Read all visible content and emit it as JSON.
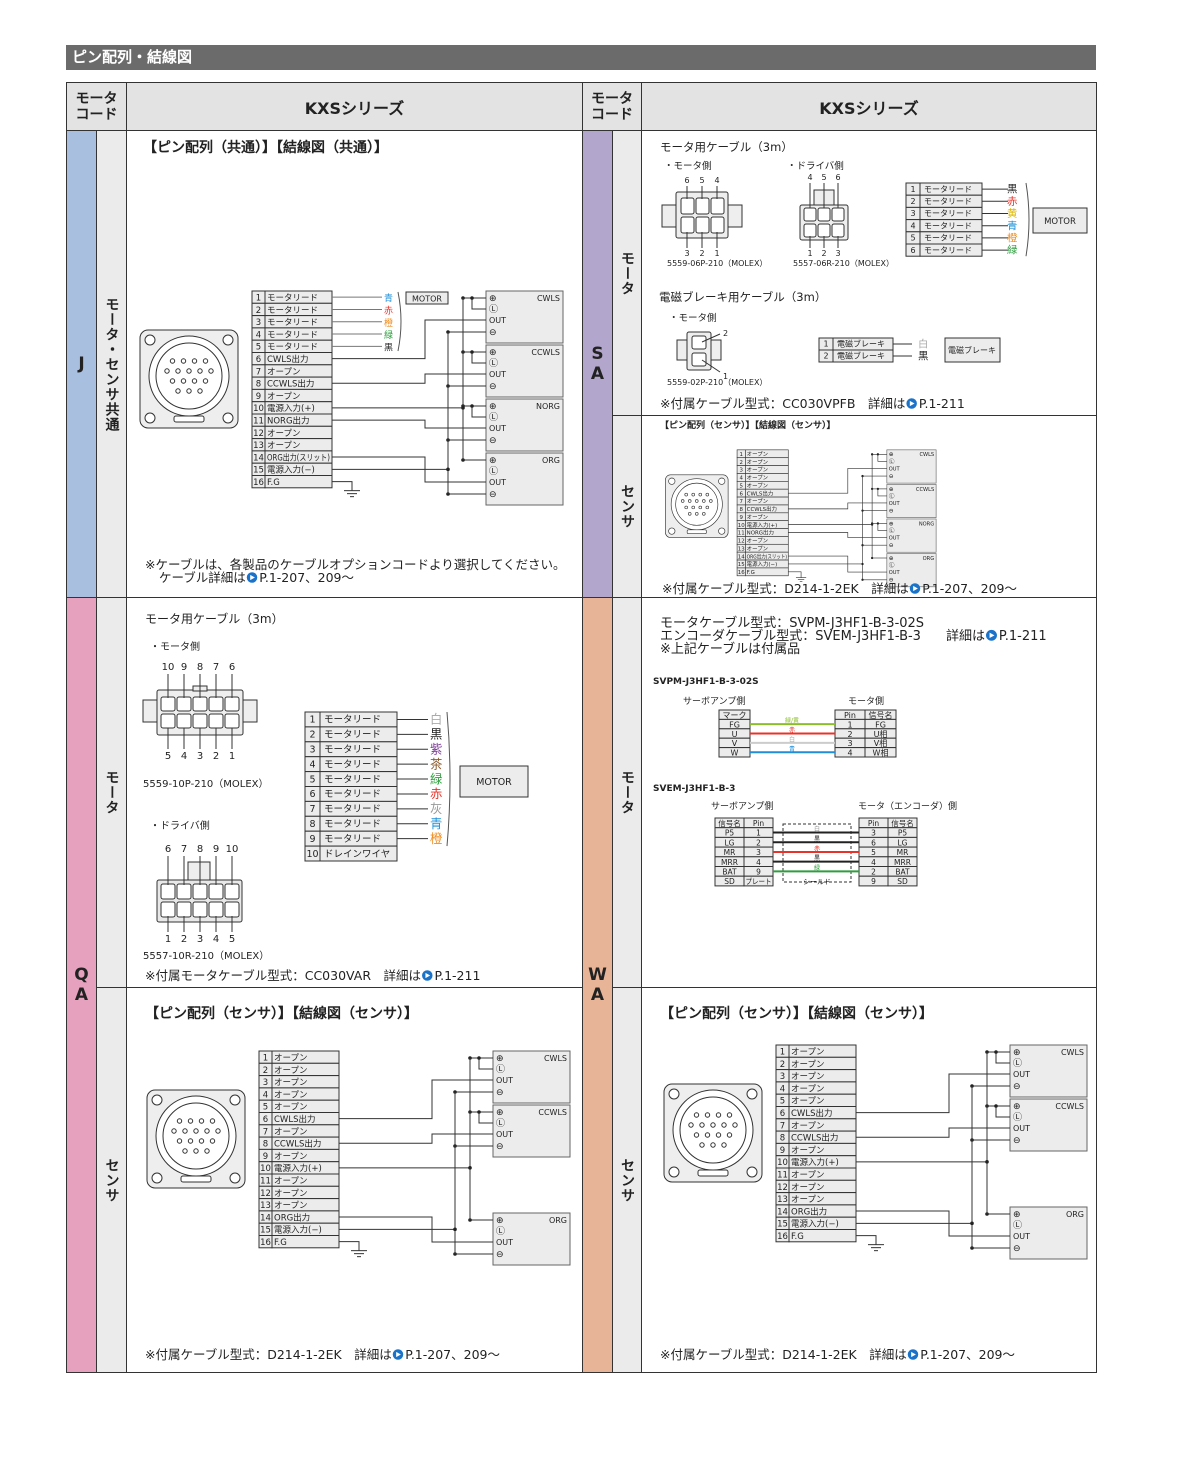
{
  "header": {
    "title": "ピン配列・結線図",
    "code_col": [
      "モータ",
      "コード"
    ],
    "series": "KXSシリーズ"
  },
  "colors": {
    "J": "#a9bfe0",
    "SA": "#b3a6cc",
    "QA": "#e5a1be",
    "WA": "#e7b498",
    "label_bg": "#ebebeb",
    "ref_icon": "#1a73c9"
  },
  "wire_colors": {
    "青": "#1e8fd8",
    "赤": "#e8332a",
    "橙": "#f08c1e",
    "緑": "#2e9e3e",
    "黒": "#222222",
    "黄": "#e0b800",
    "白": "#aaaaaa",
    "紫": "#7d3c98",
    "茶": "#8b5a2b",
    "灰": "#999999",
    "緑/黄": "#8bbf2a"
  },
  "terminals": [
    "⊕",
    "Ⓛ",
    "OUT",
    "⊖"
  ],
  "J": {
    "code": "J",
    "label": "モータ・センサ共通",
    "heading": "【ピン配列（共通）】【結線図（共通）】",
    "pins": [
      [
        "1",
        "モータリード"
      ],
      [
        "2",
        "モータリード"
      ],
      [
        "3",
        "モータリード"
      ],
      [
        "4",
        "モータリード"
      ],
      [
        "5",
        "モータリード"
      ],
      [
        "6",
        "CWLS出力"
      ],
      [
        "7",
        "オープン"
      ],
      [
        "8",
        "CCWLS出力"
      ],
      [
        "9",
        "オープン"
      ],
      [
        "10",
        "電源入力(+)"
      ],
      [
        "11",
        "NORG出力"
      ],
      [
        "12",
        "オープン"
      ],
      [
        "13",
        "オープン"
      ],
      [
        "14",
        "ORG出力(スリット)"
      ],
      [
        "15",
        "電源入力(−)"
      ],
      [
        "16",
        "F.G"
      ]
    ],
    "motor_wires": [
      "青",
      "赤",
      "橙",
      "緑",
      "黒"
    ],
    "motor_box": "MOTOR",
    "sensors": [
      "CWLS",
      "CCWLS",
      "NORG",
      "ORG"
    ],
    "note1": "※ケーブルは、各製品のケーブルオプションコードより選択してください。",
    "note2": "ケーブル詳細は",
    "note_ref": "P.1-207、209〜"
  },
  "SA": {
    "code": "SA",
    "motor_label": "モータ",
    "sensor_label": "センサ",
    "motor": {
      "title": "モータ用ケーブル（3m）",
      "motor_side": "・モータ側",
      "driver_side": "・ドライバ側",
      "motor_top": [
        "6",
        "5",
        "4"
      ],
      "motor_bottom": [
        "3",
        "2",
        "1"
      ],
      "driver_top": [
        "4",
        "5",
        "6"
      ],
      "driver_bottom": [
        "1",
        "2",
        "3"
      ],
      "motor_part": "5559-06P-210（MOLEX）",
      "driver_part": "5557-06R-210（MOLEX）",
      "rows": [
        [
          "1",
          "モータリード"
        ],
        [
          "2",
          "モータリード"
        ],
        [
          "3",
          "モータリード"
        ],
        [
          "4",
          "モータリード"
        ],
        [
          "5",
          "モータリード"
        ],
        [
          "6",
          "モータリード"
        ]
      ],
      "wires": [
        "黒",
        "赤",
        "黄",
        "青",
        "橙",
        "緑"
      ],
      "box": "MOTOR"
    },
    "brake": {
      "title": "電磁ブレーキ用ケーブル（3m）",
      "side": "・モータ側",
      "pins": [
        "2",
        "1"
      ],
      "part": "5559-02P-210（MOLEX）",
      "rows": [
        [
          "1",
          "電磁ブレーキ"
        ],
        [
          "2",
          "電磁ブレーキ"
        ]
      ],
      "wires": [
        "白",
        "黒"
      ],
      "box": "電磁ブレーキ"
    },
    "motor_note": "※付属ケーブル型式：CC030VPFB　詳細は",
    "motor_note_ref": "P.1-211",
    "sensor": {
      "heading": "【ピン配列（センサ）】【結線図（センサ）】",
      "pins": [
        [
          "1",
          "オープン"
        ],
        [
          "2",
          "オープン"
        ],
        [
          "3",
          "オープン"
        ],
        [
          "4",
          "オープン"
        ],
        [
          "5",
          "オープン"
        ],
        [
          "6",
          "CWLS出力"
        ],
        [
          "7",
          "オープン"
        ],
        [
          "8",
          "CCWLS出力"
        ],
        [
          "9",
          "オープン"
        ],
        [
          "10",
          "電源入力(+)"
        ],
        [
          "11",
          "NORG出力"
        ],
        [
          "12",
          "オープン"
        ],
        [
          "13",
          "オープン"
        ],
        [
          "14",
          "ORG出力(スリット)"
        ],
        [
          "15",
          "電源入力(−)"
        ],
        [
          "16",
          "F.G"
        ]
      ],
      "sensors": [
        "CWLS",
        "CCWLS",
        "NORG",
        "ORG"
      ],
      "note": "※付属ケーブル型式：D214-1-2EK　詳細は",
      "note_ref": "P.1-207、209〜"
    }
  },
  "QA": {
    "code": "QA",
    "motor_label": "モータ",
    "sensor_label": "センサ",
    "motor": {
      "title": "モータ用ケーブル（3m）",
      "motor_side": "・モータ側",
      "driver_side": "・ドライバ側",
      "motor_top": [
        "10",
        "9",
        "8",
        "7",
        "6"
      ],
      "motor_bottom": [
        "5",
        "4",
        "3",
        "2",
        "1"
      ],
      "driver_top": [
        "6",
        "7",
        "8",
        "9",
        "10"
      ],
      "driver_bottom": [
        "1",
        "2",
        "3",
        "4",
        "5"
      ],
      "motor_part": "5559-10P-210（MOLEX）",
      "driver_part": "5557-10R-210（MOLEX）",
      "rows": [
        [
          "1",
          "モータリード"
        ],
        [
          "2",
          "モータリード"
        ],
        [
          "3",
          "モータリード"
        ],
        [
          "4",
          "モータリード"
        ],
        [
          "5",
          "モータリード"
        ],
        [
          "6",
          "モータリード"
        ],
        [
          "7",
          "モータリード"
        ],
        [
          "8",
          "モータリード"
        ],
        [
          "9",
          "モータリード"
        ],
        [
          "10",
          "ドレインワイヤ"
        ]
      ],
      "wires": [
        "白",
        "黒",
        "紫",
        "茶",
        "緑",
        "赤",
        "灰",
        "青",
        "橙"
      ],
      "box": "MOTOR",
      "note": "※付属モータケーブル型式：CC030VAR　詳細は",
      "note_ref": "P.1-211"
    },
    "sensor": {
      "heading": "【ピン配列（センサ）】【結線図（センサ）】",
      "pins": [
        [
          "1",
          "オープン"
        ],
        [
          "2",
          "オープン"
        ],
        [
          "3",
          "オープン"
        ],
        [
          "4",
          "オープン"
        ],
        [
          "5",
          "オープン"
        ],
        [
          "6",
          "CWLS出力"
        ],
        [
          "7",
          "オープン"
        ],
        [
          "8",
          "CCWLS出力"
        ],
        [
          "9",
          "オープン"
        ],
        [
          "10",
          "電源入力(+)"
        ],
        [
          "11",
          "オープン"
        ],
        [
          "12",
          "オープン"
        ],
        [
          "13",
          "オープン"
        ],
        [
          "14",
          "ORG出力"
        ],
        [
          "15",
          "電源入力(−)"
        ],
        [
          "16",
          "F.G"
        ]
      ],
      "sensors": [
        "CWLS",
        "CCWLS",
        "ORG"
      ],
      "note": "※付属ケーブル型式：D214-1-2EK　詳細は",
      "note_ref": "P.1-207、209〜"
    }
  },
  "WA": {
    "code": "WA",
    "motor_label": "モータ",
    "sensor_label": "センサ",
    "motor": {
      "lines": [
        "モータケーブル型式：SVPM-J3HF1-B-3-02S",
        "エンコーダケーブル型式：SVEM-J3HF1-B-3",
        "※上記ケーブルは付属品"
      ],
      "detail": "詳細は",
      "ref": "P.1-211",
      "svpm": {
        "title": "SVPM-J3HF1-B-3-02S",
        "left_label": "サーボアンプ側",
        "right_label": "モータ側",
        "left_header": "マーク",
        "left_rows": [
          "FG",
          "U",
          "V",
          "W"
        ],
        "right_headers": [
          "Pin",
          "信号名"
        ],
        "right_rows": [
          [
            "1",
            "FG"
          ],
          [
            "2",
            "U相"
          ],
          [
            "3",
            "V相"
          ],
          [
            "4",
            "W相"
          ]
        ],
        "wires": [
          "緑/黄",
          "赤",
          "白",
          "青"
        ]
      },
      "svem": {
        "title": "SVEM-J3HF1-B-3",
        "left_label": "サーボアンプ側",
        "right_label": "モータ（エンコーダ）側",
        "left_headers": [
          "信号名",
          "Pin"
        ],
        "left_rows": [
          [
            "P5",
            "1"
          ],
          [
            "LG",
            "2"
          ],
          [
            "MR",
            "3"
          ],
          [
            "MRR",
            "4"
          ],
          [
            "BAT",
            "9"
          ],
          [
            "SD",
            "プレート"
          ]
        ],
        "right_headers": [
          "Pin",
          "信号名"
        ],
        "right_rows": [
          [
            "3",
            "P5"
          ],
          [
            "6",
            "LG"
          ],
          [
            "5",
            "MR"
          ],
          [
            "4",
            "MRR"
          ],
          [
            "2",
            "BAT"
          ],
          [
            "9",
            "SD"
          ]
        ],
        "wires": [
          "白",
          "黒",
          "赤",
          "黒",
          "緑"
        ],
        "shield": "シールド"
      }
    },
    "sensor": {
      "heading": "【ピン配列（センサ）】【結線図（センサ）】",
      "pins": [
        [
          "1",
          "オープン"
        ],
        [
          "2",
          "オープン"
        ],
        [
          "3",
          "オープン"
        ],
        [
          "4",
          "オープン"
        ],
        [
          "5",
          "オープン"
        ],
        [
          "6",
          "CWLS出力"
        ],
        [
          "7",
          "オープン"
        ],
        [
          "8",
          "CCWLS出力"
        ],
        [
          "9",
          "オープン"
        ],
        [
          "10",
          "電源入力(+)"
        ],
        [
          "11",
          "オープン"
        ],
        [
          "12",
          "オープン"
        ],
        [
          "13",
          "オープン"
        ],
        [
          "14",
          "ORG出力"
        ],
        [
          "15",
          "電源入力(−)"
        ],
        [
          "16",
          "F.G"
        ]
      ],
      "sensors": [
        "CWLS",
        "CCWLS",
        "ORG"
      ],
      "note": "※付属ケーブル型式：D214-1-2EK　詳細は",
      "note_ref": "P.1-207、209〜"
    }
  }
}
